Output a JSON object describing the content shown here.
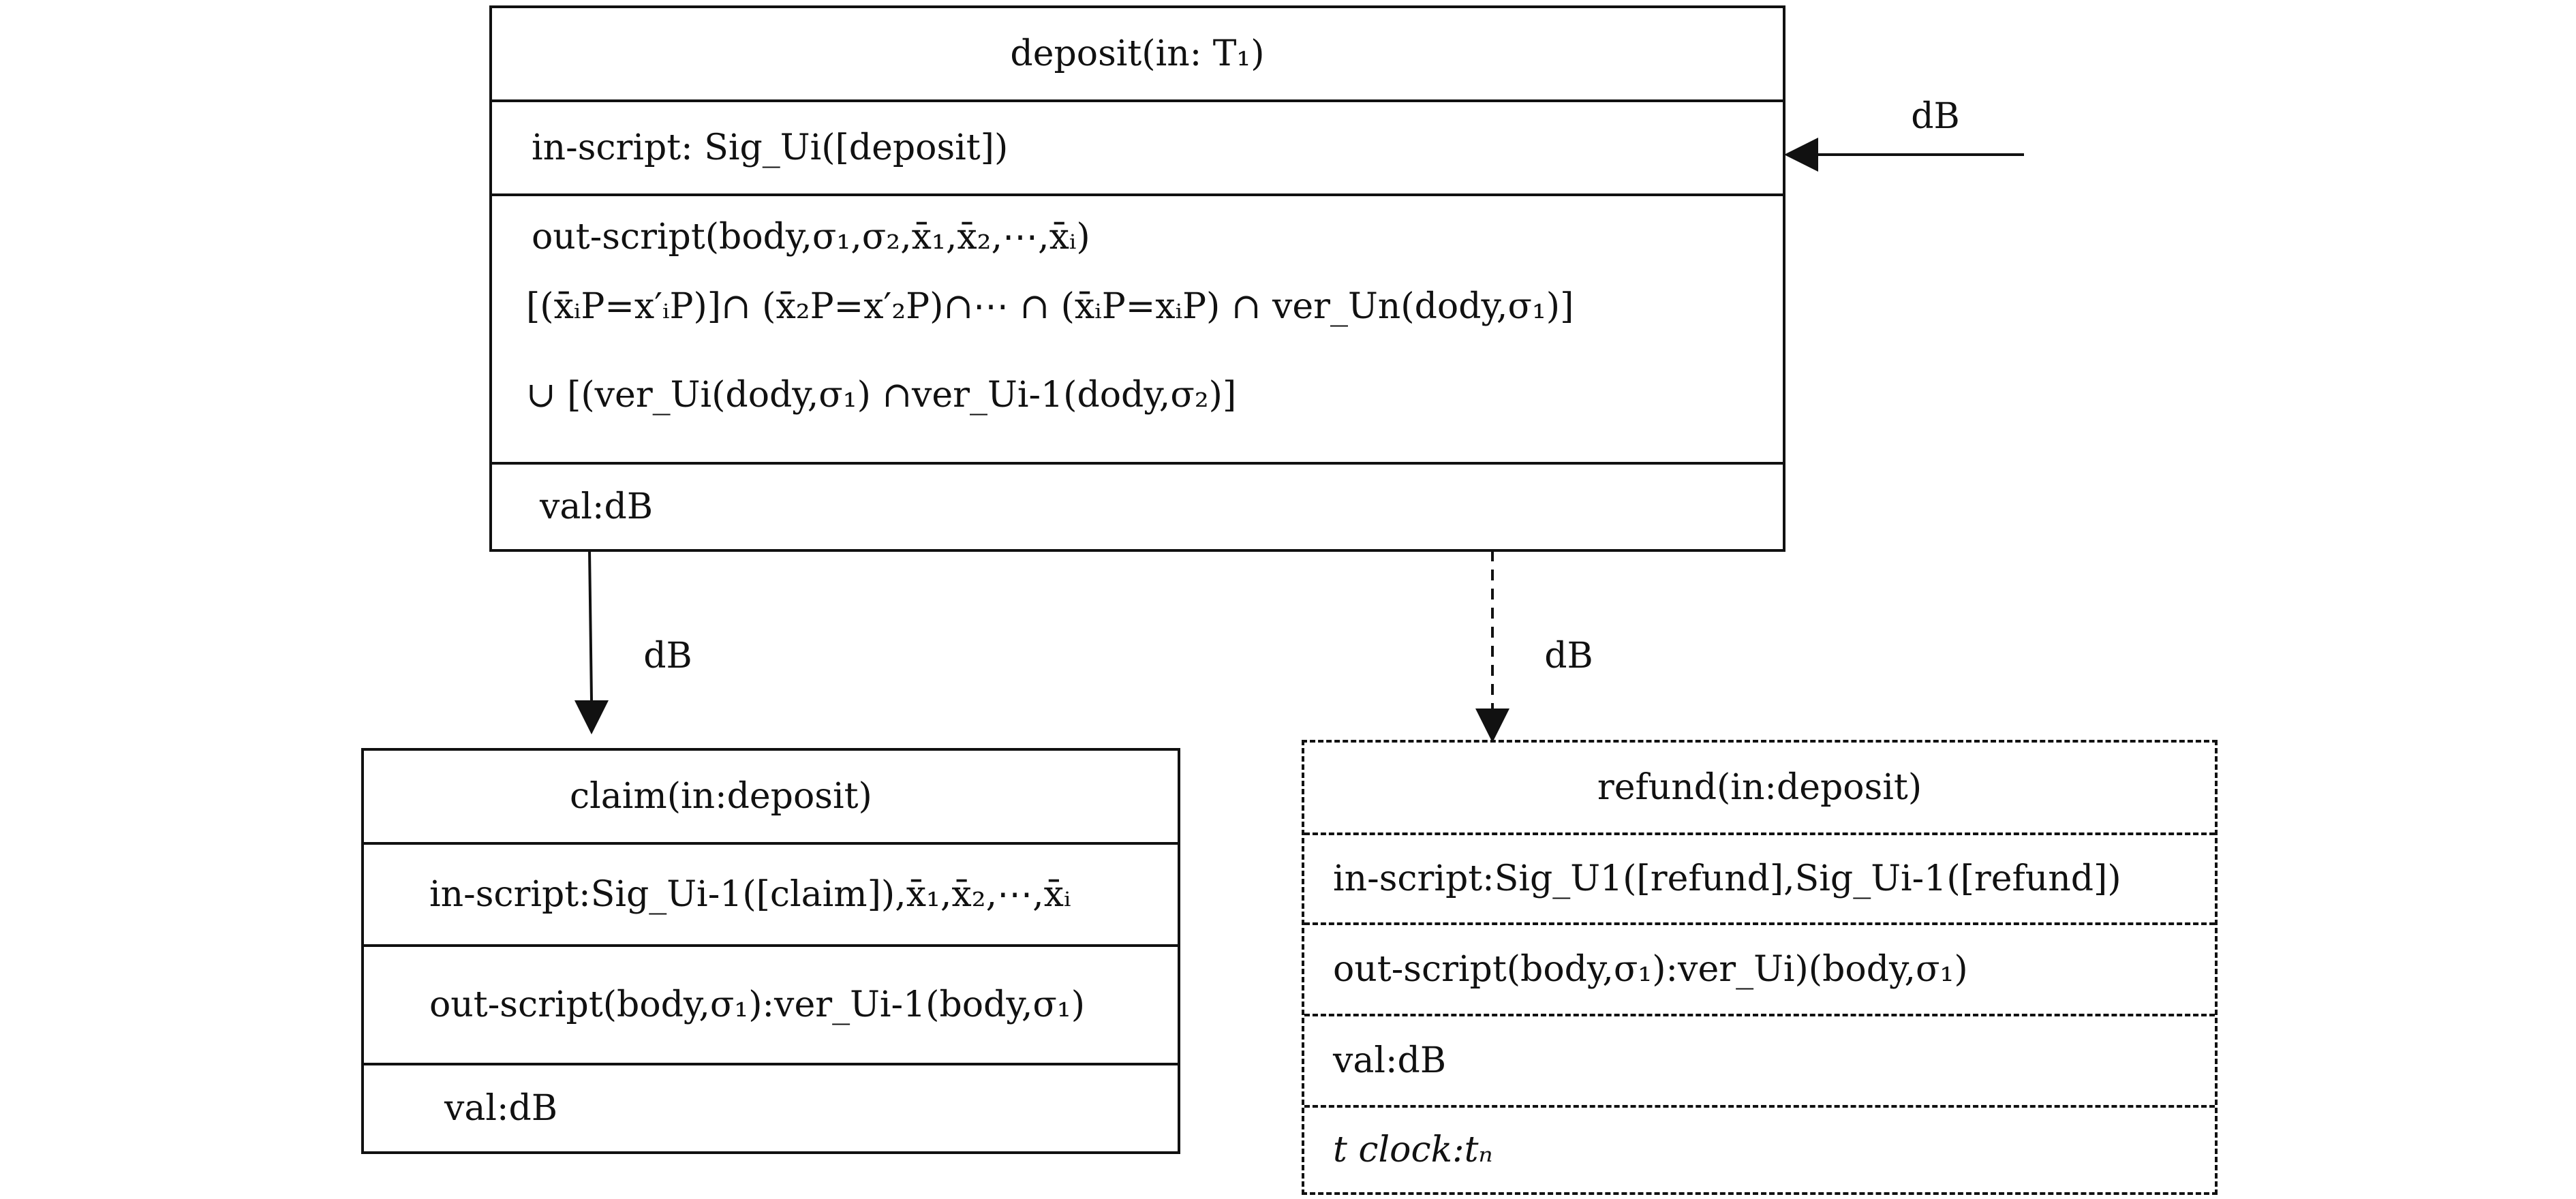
{
  "deposit": {
    "title": "deposit(in: T₁)",
    "in_script": "in-script: Sig_Ui([deposit])",
    "out_script_lines": [
      "out-script(body,σ₁,σ₂,x̄₁,x̄₂,⋯,x̄ᵢ)",
      "[(x̄ᵢP=x′ᵢP)]∩ (x̄₂P=x′₂P)∩⋯ ∩ (x̄ᵢP=xᵢP) ∩ ver_Un(dody,σ₁)]",
      "∪ [(ver_Ui(dody,σ₁) ∩ver_Ui-1(dody,σ₂)]"
    ],
    "value": "val:dB"
  },
  "claim": {
    "title": "claim(in:deposit)",
    "in_script": "in-script:Sig_Ui-1([claim]),x̄₁,x̄₂,⋯,x̄ᵢ",
    "out_script": "out-script(body,σ₁):ver_Ui-1(body,σ₁)",
    "value": "val:dB"
  },
  "refund": {
    "title": "refund(in:deposit)",
    "in_script": "in-script:Sig_U1([refund],Sig_Ui-1([refund])",
    "out_script": "out-script(body,σ₁):ver_Ui)(body,σ₁)",
    "value": "val:dB",
    "clock": "t clock:tₙ"
  },
  "arrows": {
    "incoming_label": "dB",
    "to_claim_label": "dB",
    "to_refund_label": "dB"
  }
}
